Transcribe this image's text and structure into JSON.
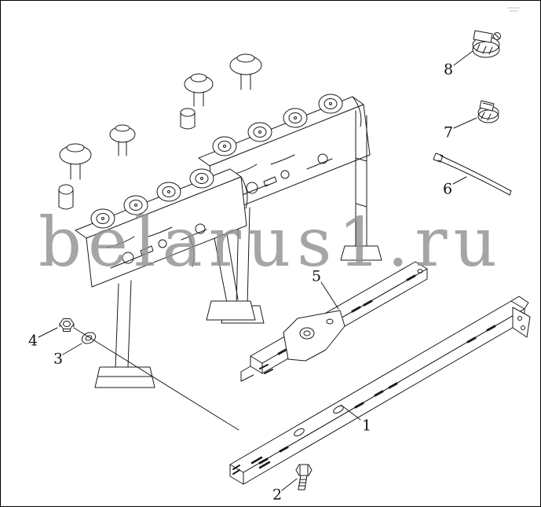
{
  "figure": {
    "watermark": "belarus1.ru",
    "part_labels": [
      "1",
      "2",
      "3",
      "4",
      "5",
      "6",
      "7",
      "8"
    ],
    "colors": {
      "line": "#1a1a1a",
      "watermark": "#929292",
      "background": "#ffffff"
    }
  }
}
